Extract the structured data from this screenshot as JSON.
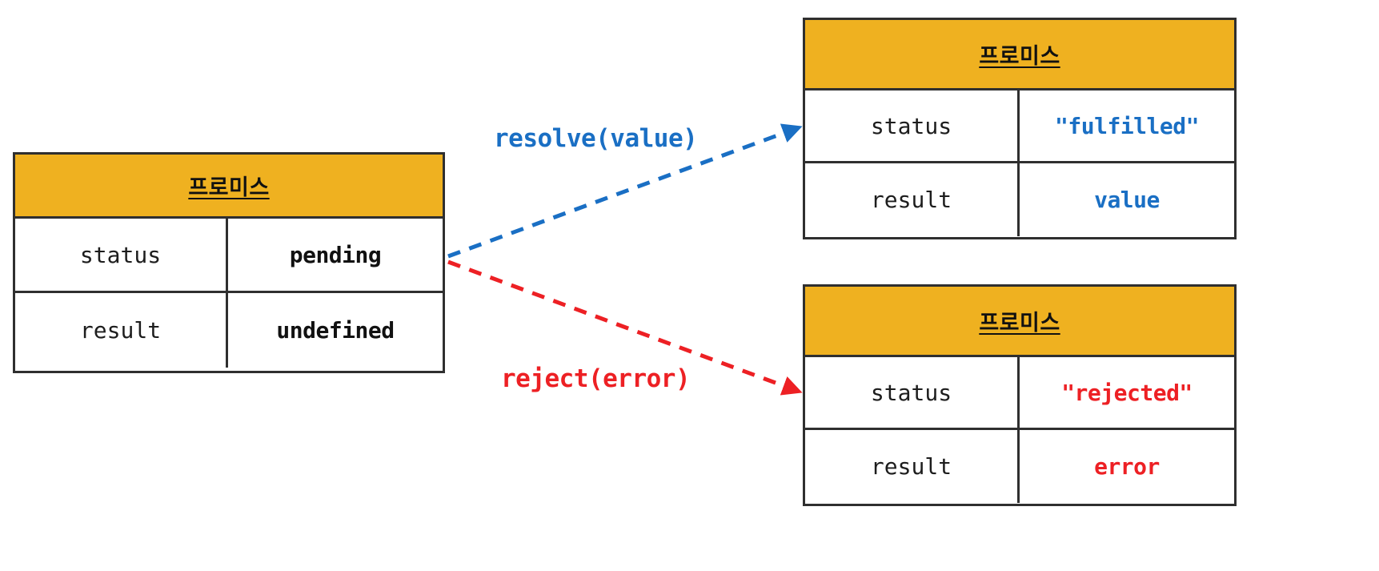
{
  "diagram": {
    "title_text": "프로미스",
    "colors": {
      "header_gold": "#EFB120",
      "border_dark": "#2F2F2F",
      "resolve_blue": "#1A6FC4",
      "reject_red": "#ED2024",
      "text_black": "#111111",
      "background": "#FFFFFF"
    }
  },
  "tables": {
    "pending": {
      "header": "프로미스",
      "rows": [
        {
          "key": "status",
          "value": "pending"
        },
        {
          "key": "result",
          "value": "undefined"
        }
      ]
    },
    "fulfilled": {
      "header": "프로미스",
      "rows": [
        {
          "key": "status",
          "value": "\"fulfilled\""
        },
        {
          "key": "result",
          "value": "value"
        }
      ]
    },
    "rejected": {
      "header": "프로미스",
      "rows": [
        {
          "key": "status",
          "value": "\"rejected\""
        },
        {
          "key": "result",
          "value": "error"
        }
      ]
    }
  },
  "arrows": {
    "resolve": {
      "label": "resolve(value)",
      "color": "#1A6FC4",
      "style": "dashed",
      "from": "pending-table-right-edge",
      "to": "fulfilled-table-left-edge"
    },
    "reject": {
      "label": "reject(error)",
      "color": "#ED2024",
      "style": "dashed",
      "from": "pending-table-right-edge",
      "to": "rejected-table-left-edge"
    }
  }
}
